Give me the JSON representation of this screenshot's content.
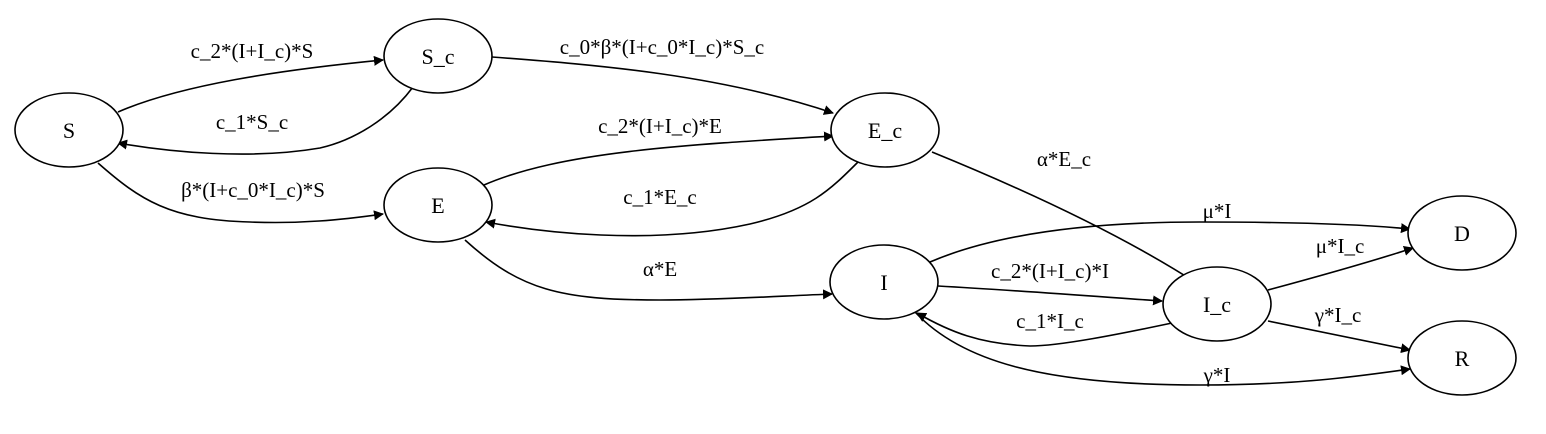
{
  "colors": {
    "stroke": "#000000",
    "background": "#ffffff"
  },
  "nodes": {
    "S": "S",
    "S_c": "S_c",
    "E": "E",
    "E_c": "E_c",
    "I": "I",
    "I_c": "I_c",
    "D": "D",
    "R": "R"
  },
  "edges": {
    "S_to_S_c": "c_2*(I+I_c)*S",
    "S_c_to_S": "c_1*S_c",
    "S_to_E": "β*(I+c_0*I_c)*S",
    "S_c_to_E_c": "c_0*β*(I+c_0*I_c)*S_c",
    "E_to_E_c": "c_2*(I+I_c)*E",
    "E_c_to_E": "c_1*E_c",
    "E_c_to_I_c": "α*E_c",
    "E_to_I": "α*E",
    "I_to_D": "μ*I",
    "I_to_I_c": "c_2*(I+I_c)*I",
    "I_c_to_I": "c_1*I_c",
    "I_c_to_D": "μ*I_c",
    "I_c_to_R": "γ*I_c",
    "I_to_R": "γ*I"
  }
}
